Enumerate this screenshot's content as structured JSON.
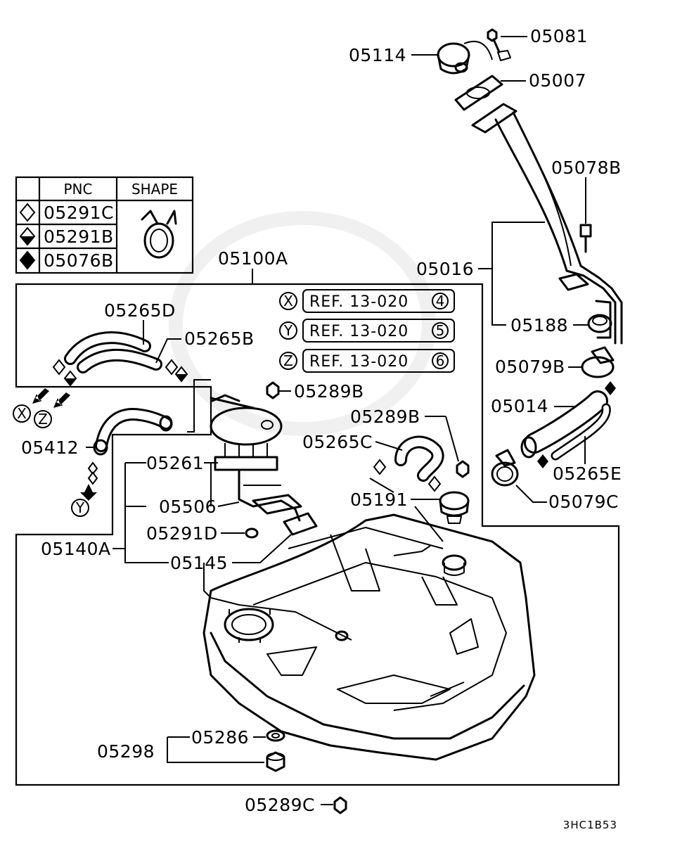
{
  "legend": {
    "headers": {
      "pnc": "PNC",
      "shape": "SHAPE"
    },
    "rows": [
      {
        "symbol": "diamond-outline-icon",
        "pnc": "05291C"
      },
      {
        "symbol": "diamond-half-filled-icon",
        "pnc": "05291B"
      },
      {
        "symbol": "diamond-filled-icon",
        "pnc": "05076B"
      }
    ]
  },
  "references": [
    {
      "letter": "X",
      "text": "REF. 13-020",
      "number": "4"
    },
    {
      "letter": "Y",
      "text": "REF. 13-020",
      "number": "5"
    },
    {
      "letter": "Z",
      "text": "REF. 13-020",
      "number": "6"
    }
  ],
  "markers": {
    "x": "X",
    "y": "Y",
    "z": "Z"
  },
  "parts": {
    "p05081": "05081",
    "p05114": "05114",
    "p05007": "05007",
    "p05078B": "05078B",
    "p05016": "05016",
    "p05188": "05188",
    "p05079B": "05079B",
    "p05014": "05014",
    "p05265E": "05265E",
    "p05079C": "05079C",
    "p05100A": "05100A",
    "p05265D": "05265D",
    "p05265B": "05265B",
    "p05289B_a": "05289B",
    "p05289B_b": "05289B",
    "p05265C": "05265C",
    "p05191": "05191",
    "p05412": "05412",
    "p05261": "05261",
    "p05506": "05506",
    "p05291D": "05291D",
    "p05140A": "05140A",
    "p05145": "05145",
    "p05286": "05286",
    "p05298": "05298",
    "p05289C": "05289C"
  },
  "diagram_code": "3HC1B53"
}
